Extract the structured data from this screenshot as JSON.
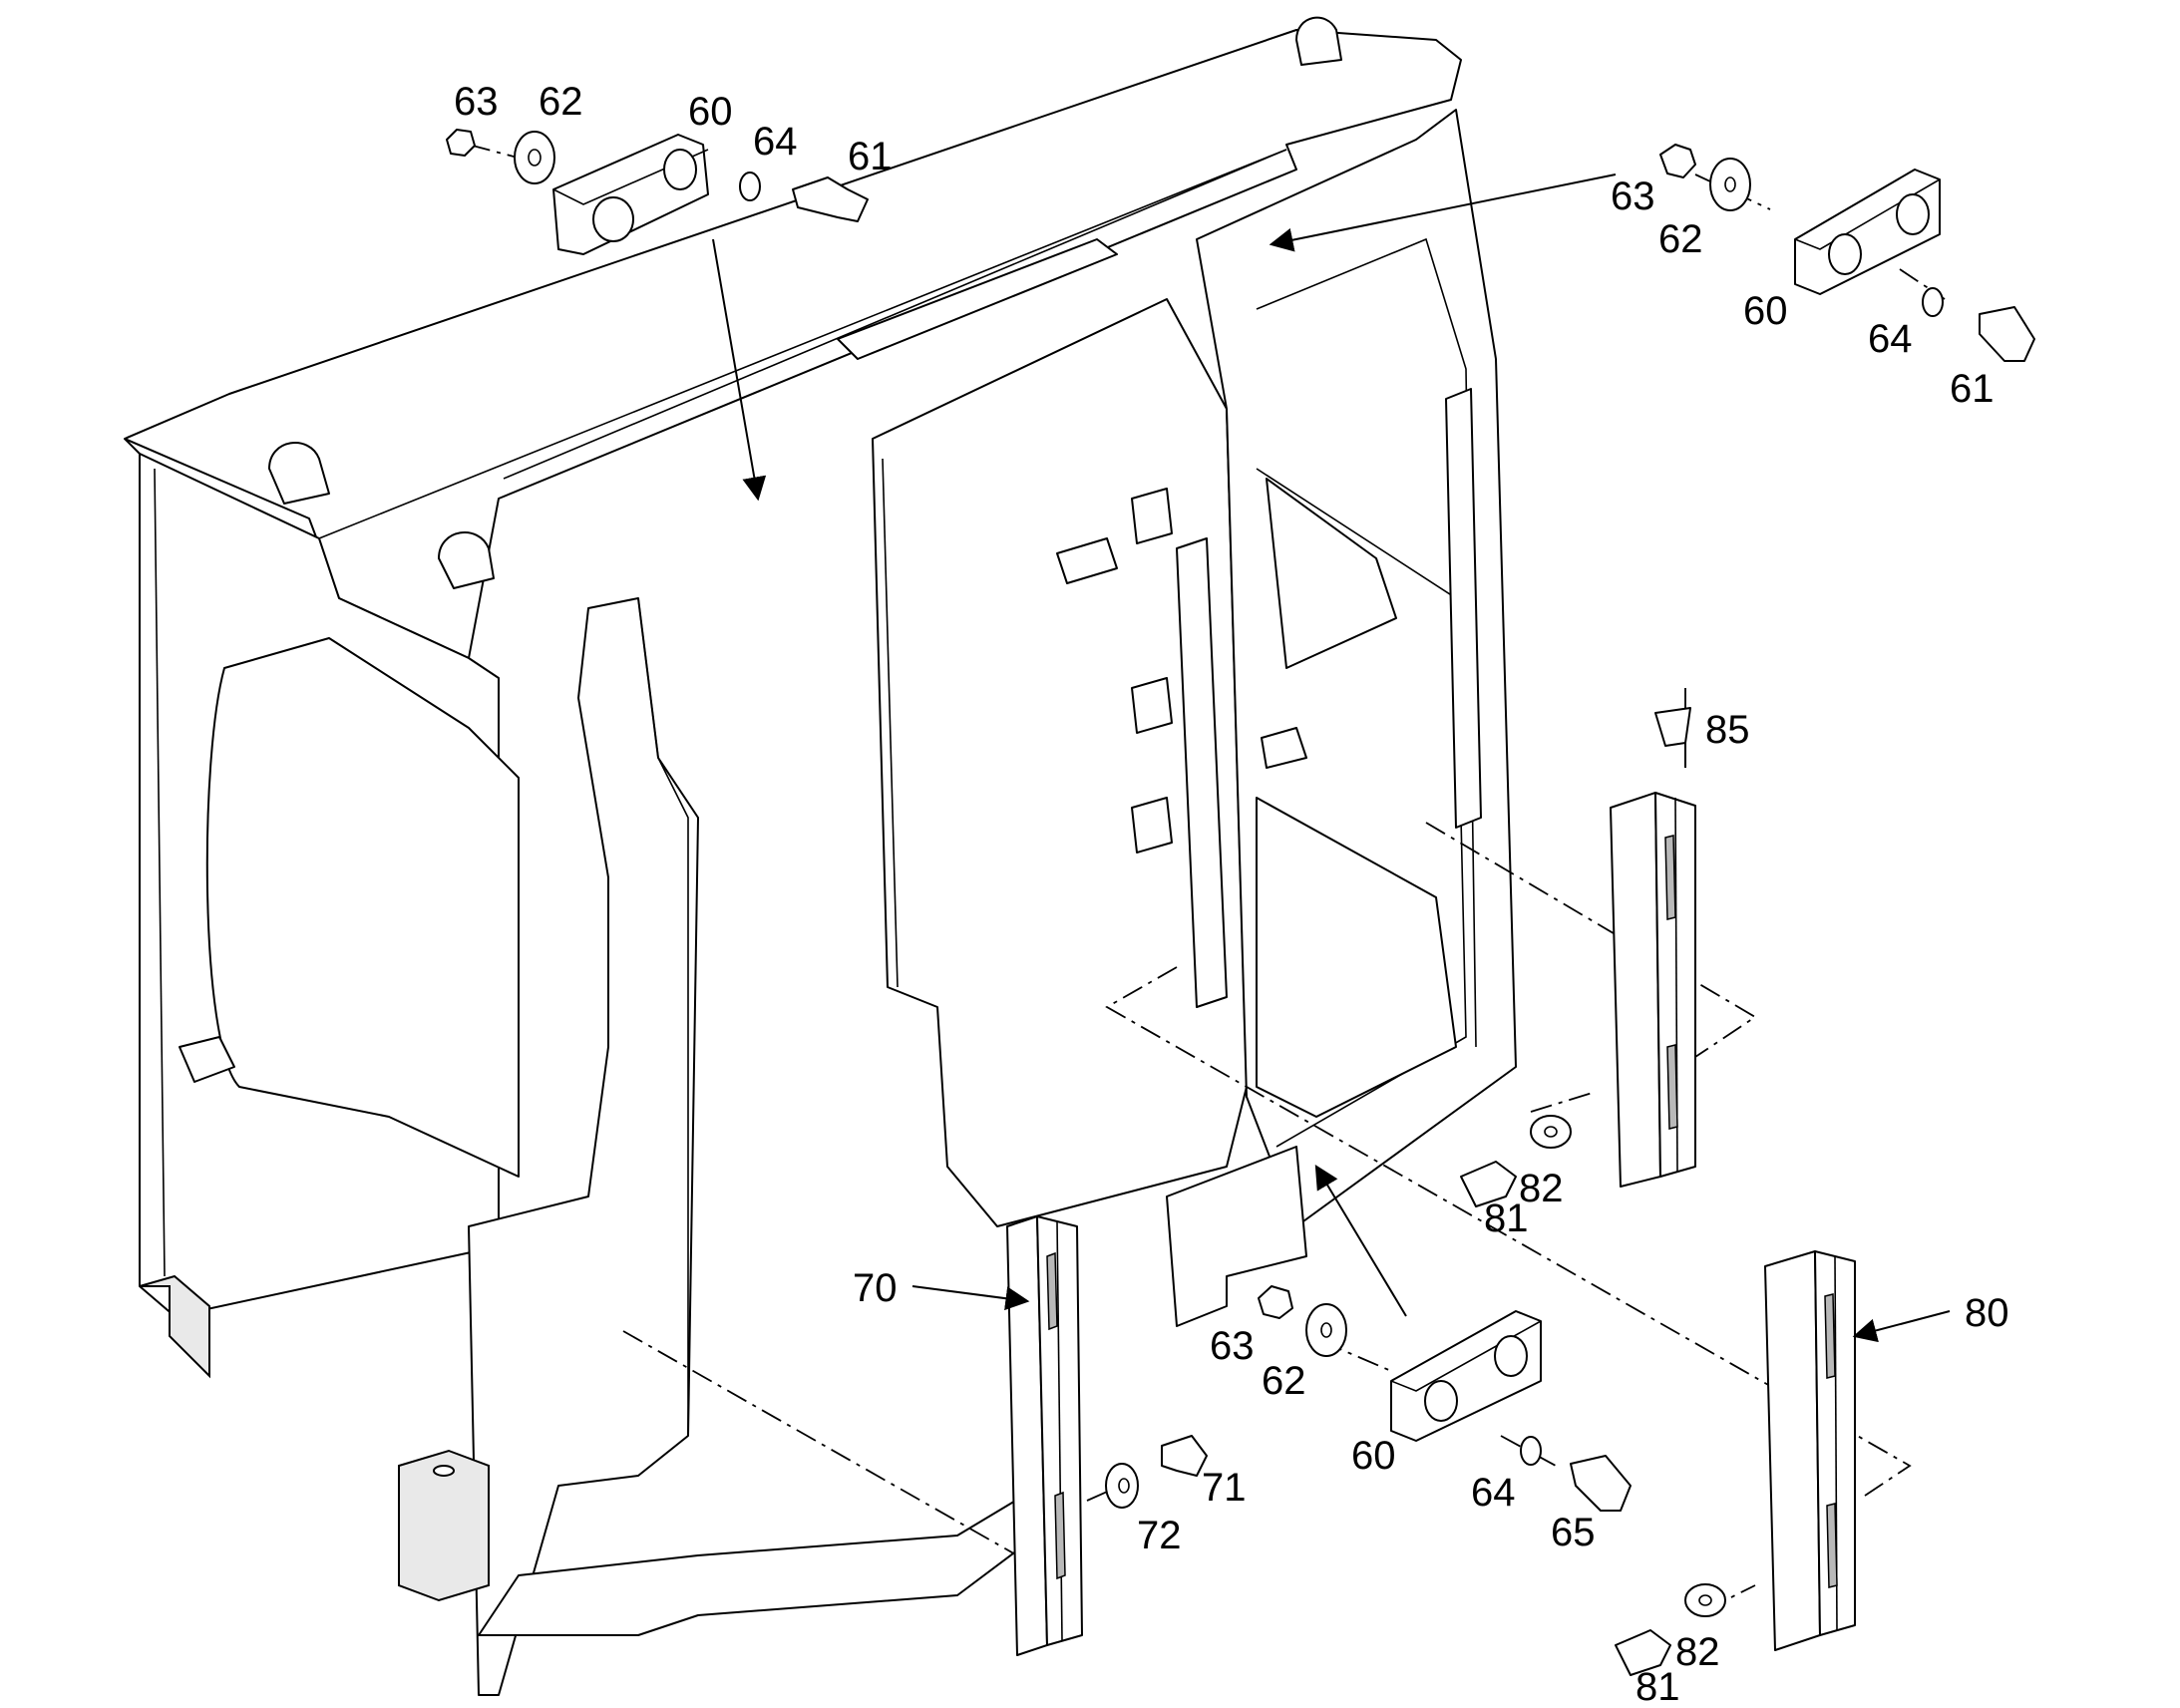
{
  "callouts": {
    "c1": "63",
    "c2": "62",
    "c3": "60",
    "c4": "64",
    "c5": "61",
    "c6": "63",
    "c7": "62",
    "c8": "60",
    "c9": "64",
    "c10": "61",
    "c11": "85",
    "c12": "82",
    "c13": "81",
    "c14": "80",
    "c15": "82",
    "c16": "81",
    "c17": "70",
    "c18": "71",
    "c19": "72",
    "c20": "63",
    "c21": "62",
    "c22": "60",
    "c23": "64",
    "c24": "65"
  },
  "colors": {
    "line": "#000000",
    "background": "#ffffff",
    "fill": "#ffffff"
  }
}
